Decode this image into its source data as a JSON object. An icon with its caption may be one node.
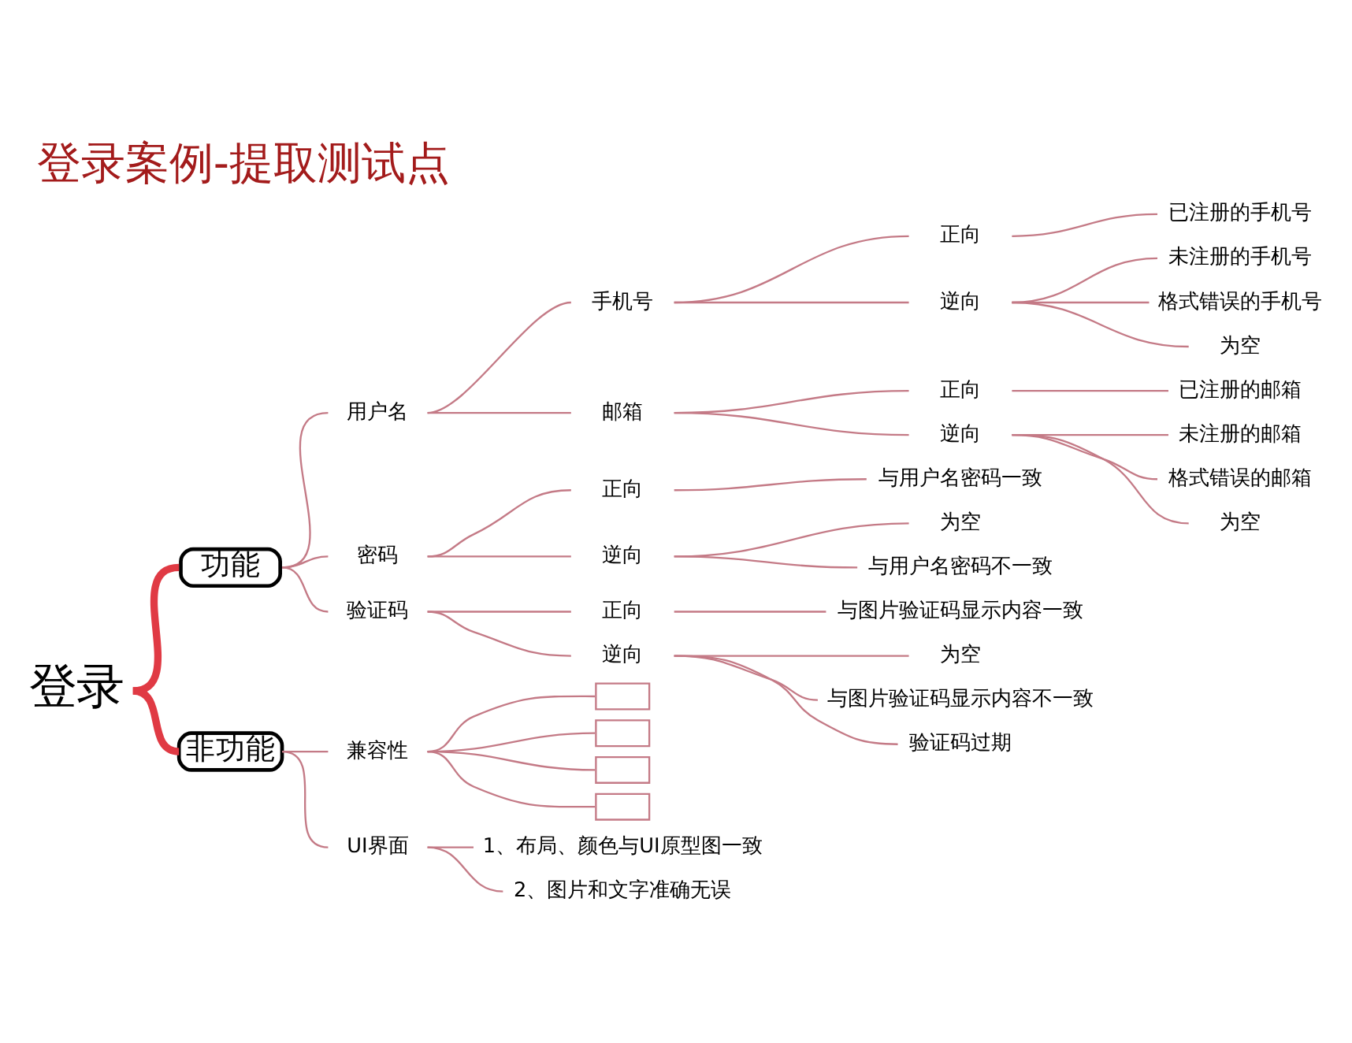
{
  "diagram": {
    "title": "登录案例-提取测试点",
    "nodes": [
      {
        "text": [
          "登录"
        ]
      },
      {
        "text": [
          "功能"
        ]
      },
      {
        "text": [
          "用户名"
        ]
      },
      {
        "text": [
          "手机号"
        ]
      },
      {
        "text": [
          "正向"
        ]
      },
      {
        "text": [
          "已注册的手机号"
        ]
      },
      {
        "text": [
          "逆向"
        ]
      },
      {
        "text": [
          "未注册的手机号"
        ]
      },
      {
        "text": [
          "格式错误的手机号"
        ]
      },
      {
        "text": [
          "为空"
        ]
      },
      {
        "text": [
          "邮箱"
        ]
      },
      {
        "text": [
          "正向"
        ]
      },
      {
        "text": [
          "已注册的邮箱"
        ]
      },
      {
        "text": [
          "逆向"
        ]
      },
      {
        "text": [
          "未注册的邮箱"
        ]
      },
      {
        "text": [
          "格式错误的邮箱"
        ]
      },
      {
        "text": [
          "为空"
        ]
      },
      {
        "text": [
          "密码"
        ]
      },
      {
        "text": [
          "正向"
        ]
      },
      {
        "text": [
          "与用户名密码一致"
        ]
      },
      {
        "text": [
          "逆向"
        ]
      },
      {
        "text": [
          "为空"
        ]
      },
      {
        "text": [
          "与用户名密码不一致"
        ]
      },
      {
        "text": [
          "验证码"
        ]
      },
      {
        "text": [
          "正向"
        ]
      },
      {
        "text": [
          "与图片验证码显示内容一致"
        ]
      },
      {
        "text": [
          "逆向"
        ]
      },
      {
        "text": [
          "为空"
        ]
      },
      {
        "text": [
          "与图片验证码显示内容不一致"
        ]
      },
      {
        "text": [
          "验证码过期"
        ]
      },
      {
        "text": [
          "非功能"
        ]
      },
      {
        "text": [
          "兼容性"
        ]
      },
      {
        "text": [],
        "shape": "box"
      },
      {
        "text": [],
        "shape": "box"
      },
      {
        "text": [],
        "shape": "box"
      },
      {
        "text": [],
        "shape": "box"
      },
      {
        "text": [
          "UI界面"
        ]
      },
      {
        "text": [
          "1、布局、颜色与UI原型图一致"
        ]
      },
      {
        "text": [
          "2、图片和文字准确无误"
        ]
      }
    ],
    "edges": [
      {
        "from": 0,
        "to": 1,
        "arrow": "none",
        "style": "thick",
        "color": "#e03a44"
      },
      {
        "from": 1,
        "to": 2,
        "arrow": "none"
      },
      {
        "from": 2,
        "to": 3,
        "arrow": "none"
      },
      {
        "from": 3,
        "to": 4,
        "arrow": "none"
      },
      {
        "from": 4,
        "to": 5,
        "arrow": "none"
      },
      {
        "from": 3,
        "to": 6,
        "arrow": "none"
      },
      {
        "from": 6,
        "to": 7,
        "arrow": "none"
      },
      {
        "from": 6,
        "to": 8,
        "arrow": "none"
      },
      {
        "from": 6,
        "to": 9,
        "arrow": "none"
      },
      {
        "from": 2,
        "to": 10,
        "arrow": "none"
      },
      {
        "from": 10,
        "to": 11,
        "arrow": "none"
      },
      {
        "from": 11,
        "to": 12,
        "arrow": "none"
      },
      {
        "from": 10,
        "to": 13,
        "arrow": "none"
      },
      {
        "from": 13,
        "to": 14,
        "arrow": "none"
      },
      {
        "from": 13,
        "to": 15,
        "arrow": "none"
      },
      {
        "from": 13,
        "to": 16,
        "arrow": "none"
      },
      {
        "from": 1,
        "to": 17,
        "arrow": "none"
      },
      {
        "from": 17,
        "to": 18,
        "arrow": "none"
      },
      {
        "from": 18,
        "to": 19,
        "arrow": "none"
      },
      {
        "from": 17,
        "to": 20,
        "arrow": "none"
      },
      {
        "from": 20,
        "to": 21,
        "arrow": "none"
      },
      {
        "from": 20,
        "to": 22,
        "arrow": "none"
      },
      {
        "from": 1,
        "to": 23,
        "arrow": "none"
      },
      {
        "from": 23,
        "to": 24,
        "arrow": "none"
      },
      {
        "from": 24,
        "to": 25,
        "arrow": "none"
      },
      {
        "from": 23,
        "to": 26,
        "arrow": "none"
      },
      {
        "from": 26,
        "to": 27,
        "arrow": "none"
      },
      {
        "from": 26,
        "to": 28,
        "arrow": "none"
      },
      {
        "from": 26,
        "to": 29,
        "arrow": "none"
      },
      {
        "from": 0,
        "to": 30,
        "arrow": "none",
        "style": "thick",
        "color": "#e03a44"
      },
      {
        "from": 30,
        "to": 31,
        "arrow": "none"
      },
      {
        "from": 31,
        "to": 32,
        "arrow": "none"
      },
      {
        "from": 31,
        "to": 33,
        "arrow": "none"
      },
      {
        "from": 31,
        "to": 34,
        "arrow": "none"
      },
      {
        "from": 31,
        "to": 35,
        "arrow": "none"
      },
      {
        "from": 30,
        "to": 36,
        "arrow": "none"
      },
      {
        "from": 36,
        "to": 37,
        "arrow": "none"
      },
      {
        "from": 36,
        "to": 38,
        "arrow": "none"
      }
    ]
  }
}
